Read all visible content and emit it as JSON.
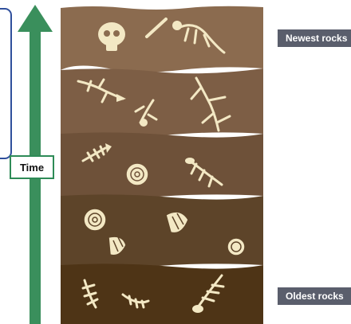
{
  "time_label": "Time",
  "callouts": {
    "newest": "Newest rocks",
    "oldest": "Oldest rocks"
  },
  "colors": {
    "arrow": "#3a8f5c",
    "layer_top": "#8b6b4f",
    "layer_2": "#7d5e45",
    "layer_3": "#6e5139",
    "layer_4": "#5d4429",
    "layer_bottom": "#4e3416",
    "fossil": "#f3e8c4",
    "callout": "#5a5e6c"
  }
}
